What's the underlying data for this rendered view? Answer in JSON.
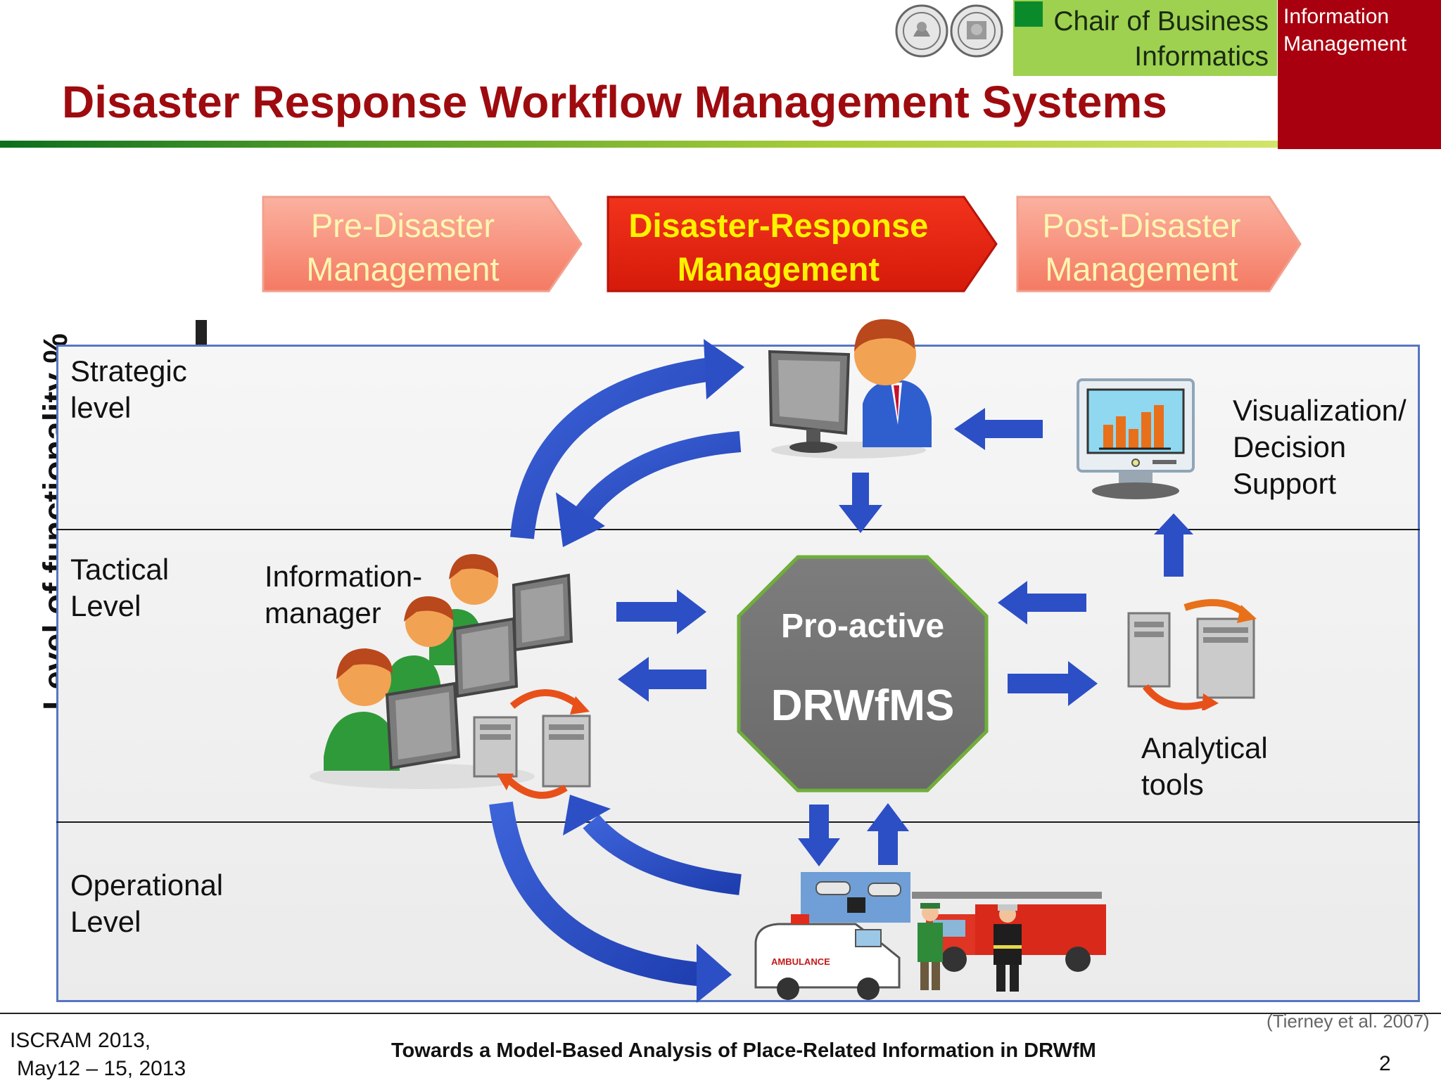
{
  "header": {
    "title": "Disaster Response Workflow Management Systems",
    "chair_line1": "Chair of Business",
    "chair_line2": "Informatics",
    "info_line1": "Information",
    "info_line2": "Management",
    "colors": {
      "title": "#9e0b0f",
      "chair_bg": "#9dd14f",
      "info_bg": "#a8000f"
    }
  },
  "phases": [
    {
      "line1": "Pre-Disaster",
      "line2": "Management",
      "active": false
    },
    {
      "line1": "Disaster-Response",
      "line2": "Management",
      "active": true
    },
    {
      "line1": "Post-Disaster",
      "line2": "Management",
      "active": false
    }
  ],
  "y_axis_label": "Level of functionality %",
  "levels": [
    {
      "line1": "Strategic",
      "line2": "level"
    },
    {
      "line1": "Tactical",
      "line2": "Level"
    },
    {
      "line1": "Operational",
      "line2": "Level"
    }
  ],
  "actors": {
    "info_manager_line1": "Information-",
    "info_manager_line2": "manager",
    "visualization_line1": "Visualization/",
    "visualization_line2": "Decision",
    "visualization_line3": "Support",
    "analytical_line1": "Analytical",
    "analytical_line2": "tools",
    "ambulance_label": "AMBULANCE"
  },
  "core": {
    "line1": "Pro-active",
    "line2": "DRWfMS"
  },
  "citation": "(Tierney et al. 2007)",
  "footer": {
    "conference_line1": "ISCRAM 2013,",
    "conference_line2": "May12 – 15, 2013",
    "talk_title": "Towards a Model-Based Analysis of Place-Related Information in DRWfM",
    "page": "2"
  },
  "icons": [
    "university-seal-icon",
    "executive-computer-icon",
    "bar-chart-monitor-icon",
    "team-computers-icon",
    "server-icon",
    "sync-arrows-icon",
    "camera-icon",
    "ambulance-icon",
    "fire-truck-icon",
    "officer-icon",
    "firefighter-icon"
  ]
}
